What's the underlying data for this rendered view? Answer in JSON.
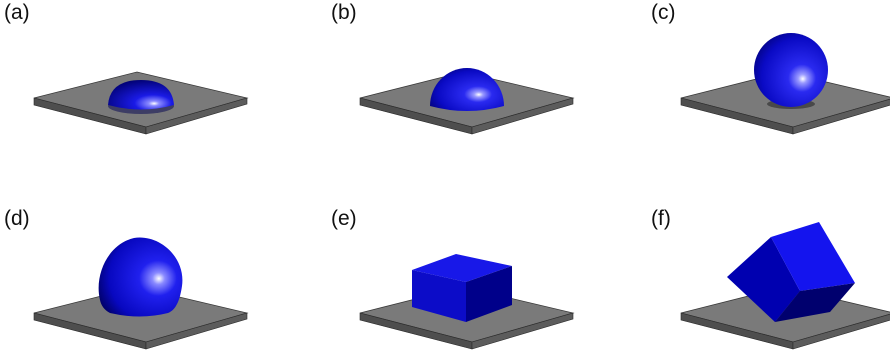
{
  "panels": [
    {
      "label": "(a)",
      "shape": "spherical-cap-low"
    },
    {
      "label": "(b)",
      "shape": "hemisphere"
    },
    {
      "label": "(c)",
      "shape": "sphere"
    },
    {
      "label": "(d)",
      "shape": "teardrop-droplet"
    },
    {
      "label": "(e)",
      "shape": "cube-flat"
    },
    {
      "label": "(f)",
      "shape": "cube-tilted"
    }
  ],
  "colors": {
    "plate_top": "#7a7a7a",
    "plate_front": "#4a4a4a",
    "plate_side": "#5e5e5e",
    "object_blue": "#1010d8",
    "object_dark": "#00005a",
    "highlight": "#ffffff"
  }
}
